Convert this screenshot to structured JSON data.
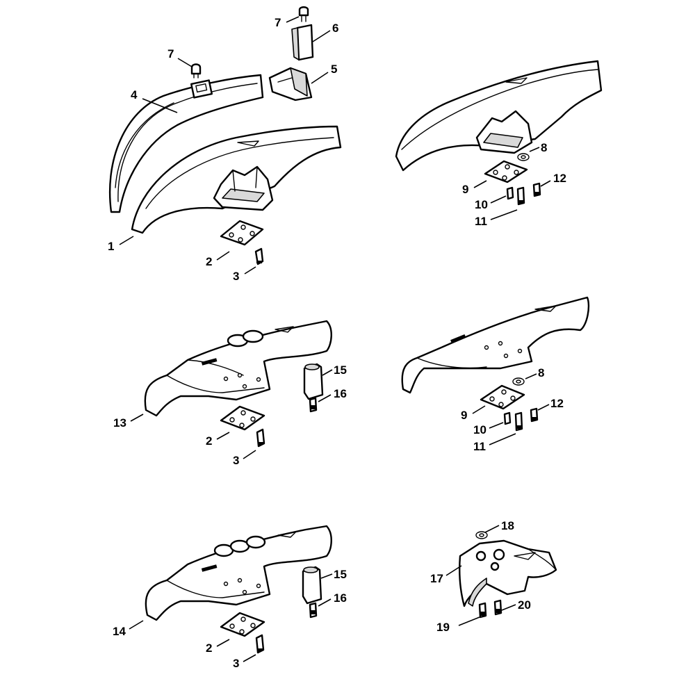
{
  "callouts": {
    "c7a": "7",
    "c6": "6",
    "c7b": "7",
    "c5": "5",
    "c4": "4",
    "c1": "1",
    "c2a": "2",
    "c3a": "3",
    "c8a": "8",
    "c9a": "9",
    "c10a": "10",
    "c12a": "12",
    "c11a": "11",
    "c15a": "15",
    "c16a": "16",
    "c13": "13",
    "c2b": "2",
    "c3b": "3",
    "c8b": "8",
    "c9b": "9",
    "c10b": "10",
    "c12b": "12",
    "c11b": "11",
    "c15b": "15",
    "c16b": "16",
    "c14": "14",
    "c2c": "2",
    "c3c": "3",
    "c18": "18",
    "c17": "17",
    "c19": "19",
    "c20": "20"
  }
}
